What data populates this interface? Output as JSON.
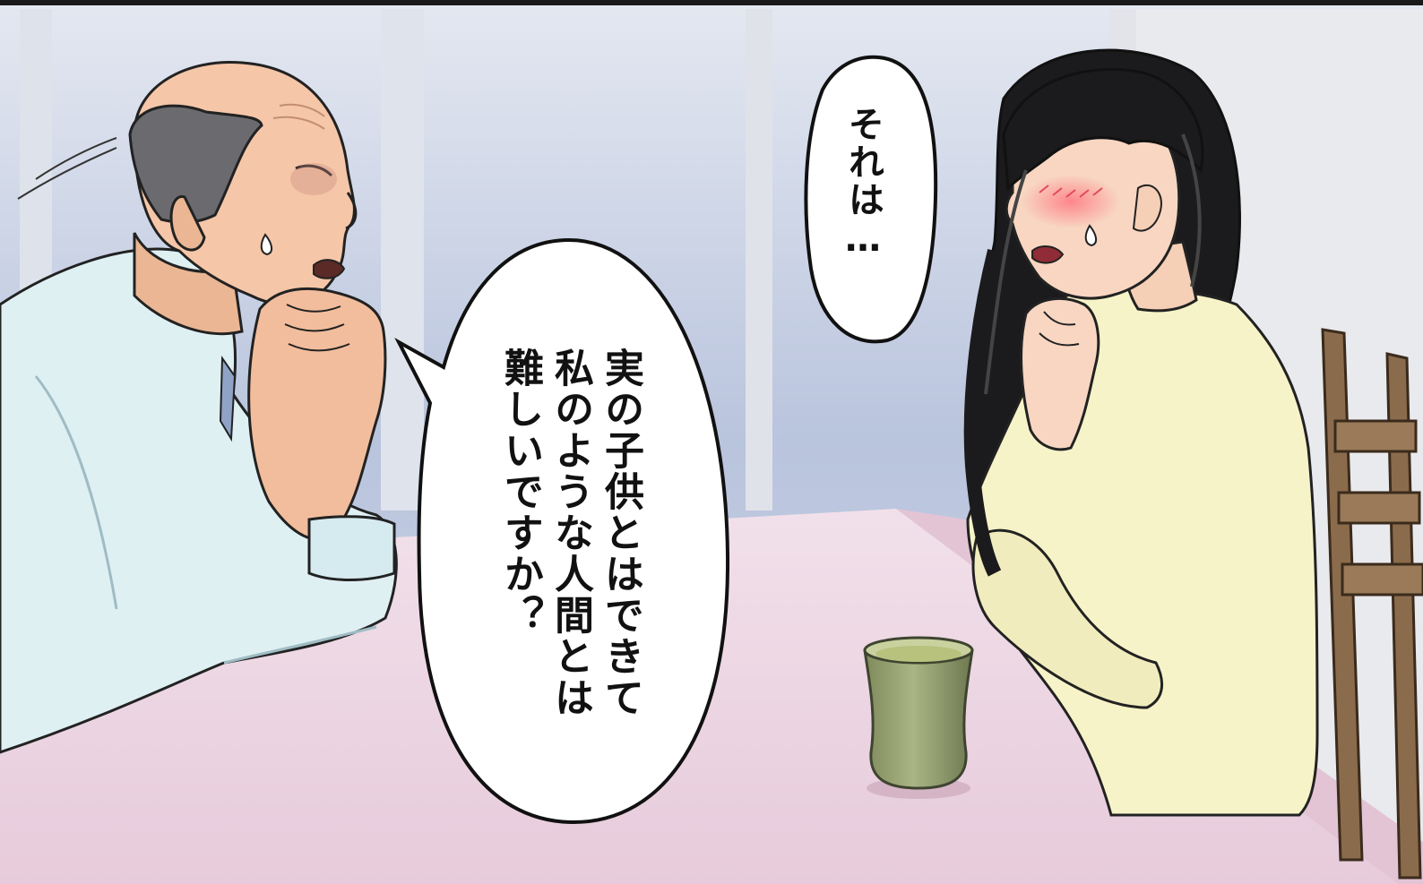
{
  "speech_bubbles": {
    "woman": {
      "text": "それは…"
    },
    "man": {
      "line1": "実の子供とはできて",
      "line2": "私のような人間とは",
      "line3": "難しいですか？"
    }
  },
  "colors": {
    "wall": "#c9d3e6",
    "table": "#efd9e4",
    "man_shirt": "#dff0f3",
    "woman_sweater": "#f7f3c8",
    "woman_hair": "#1b1b1d",
    "man_hair": "#6a6a6f",
    "skin": "#f5c6a8",
    "cup": "#9ea97a",
    "chair": "#8a6b4c",
    "outline": "#222222"
  }
}
